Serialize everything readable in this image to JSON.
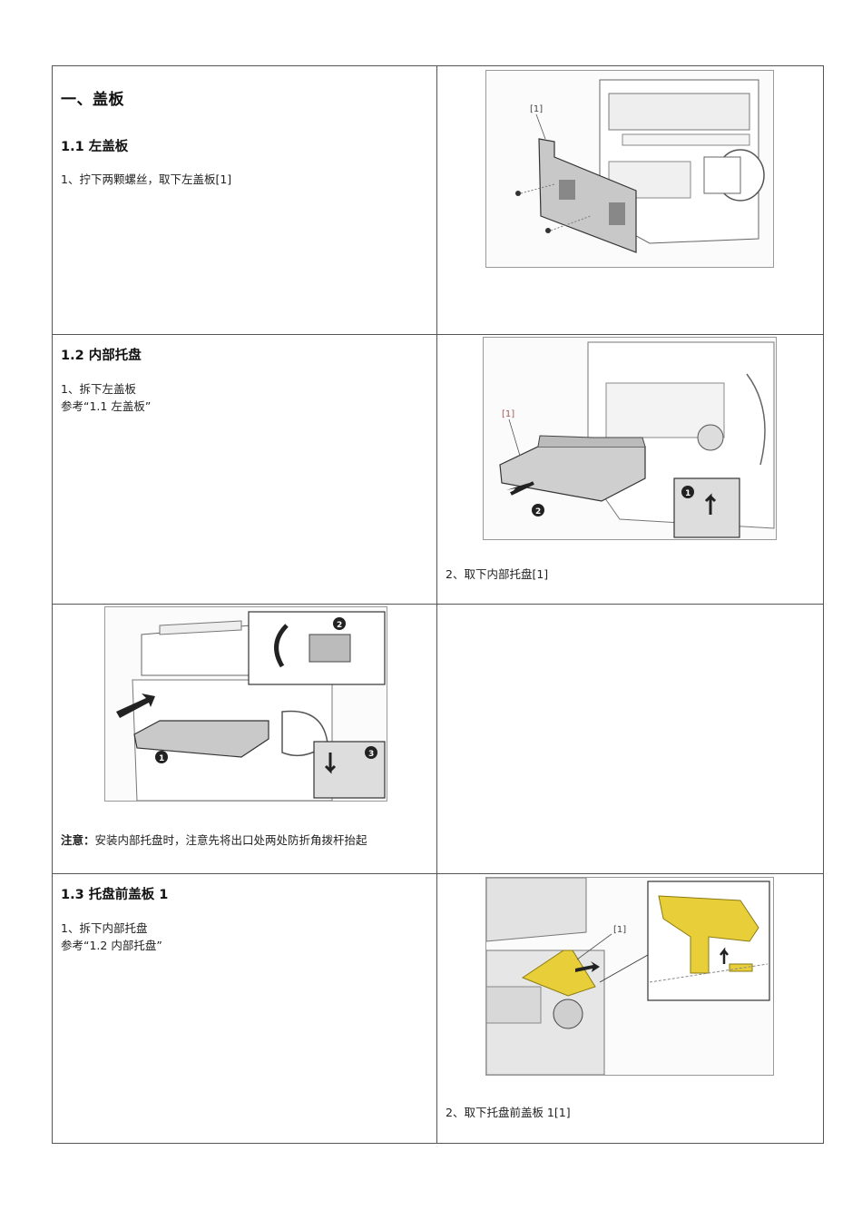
{
  "section": {
    "title": "一、盖板"
  },
  "rows": [
    {
      "left": {
        "heading": "1.1  左盖板",
        "steps": [
          "1、拧下两颗螺丝，取下左盖板[1]"
        ]
      },
      "right": {
        "figure": {
          "label": "[1]",
          "description": "left-cover-removal-diagram"
        }
      }
    },
    {
      "left": {
        "heading": "1.2  内部托盘",
        "steps": [
          "1、拆下左盖板",
          "参考“1.1  左盖板”"
        ]
      },
      "right": {
        "figure": {
          "label": "[1]",
          "callouts": [
            "1",
            "2"
          ],
          "description": "inner-tray-removal-diagram"
        },
        "caption": "2、取下内部托盘[1]"
      }
    },
    {
      "left": {
        "figure": {
          "callouts": [
            "1",
            "2",
            "3"
          ],
          "description": "inner-tray-install-diagram"
        },
        "note_label": "注意：",
        "note_text": "安装内部托盘时，注意先将出口处两处防折角拨杆抬起"
      },
      "right": {}
    },
    {
      "left": {
        "heading": "1.3  托盘前盖板 1",
        "steps": [
          "1、拆下内部托盘",
          "参考“1.2  内部托盘”"
        ]
      },
      "right": {
        "figure": {
          "label": "[1]",
          "description": "tray-front-cover-removal-diagram",
          "highlight_color": "#e8cf3a"
        },
        "caption": "2、取下托盘前盖板 1[1]"
      }
    }
  ]
}
